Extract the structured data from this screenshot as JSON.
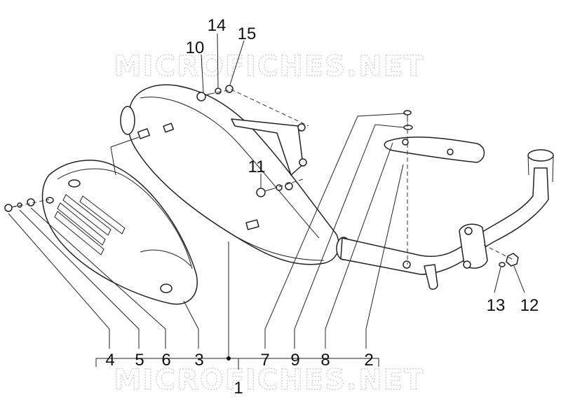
{
  "watermark": {
    "top": "MICROFICHES.NET",
    "bottom": "MICROFICHES.NET"
  },
  "callouts": {
    "p1": "1",
    "p2": "2",
    "p3": "3",
    "p4": "4",
    "p5": "5",
    "p6": "6",
    "p7": "7",
    "p8": "8",
    "p9": "9",
    "p10": "10",
    "p11": "11",
    "p12": "12",
    "p13": "13",
    "p14": "14",
    "p15": "15"
  },
  "colors": {
    "line": "#222222",
    "watermark": "#cfcfcf",
    "background": "#ffffff"
  }
}
